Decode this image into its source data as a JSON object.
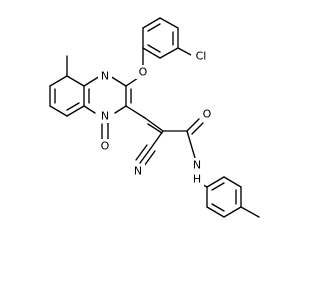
{
  "molecule": {
    "atoms": [
      {
        "id": "Cl1",
        "label": "Cl",
        "color": "#000000"
      },
      {
        "id": "O1",
        "label": "O",
        "color": "#000000"
      },
      {
        "id": "N1",
        "label": "N",
        "color": "#000000"
      },
      {
        "id": "N2",
        "label": "N",
        "color": "#000000"
      },
      {
        "id": "O2",
        "label": "O",
        "color": "#000000"
      },
      {
        "id": "N3",
        "label": "N",
        "color": "#000000"
      },
      {
        "id": "O3",
        "label": "O",
        "color": "#000000"
      },
      {
        "id": "N4",
        "label": "N",
        "color": "#000000"
      },
      {
        "id": "H1",
        "label": "H",
        "color": "#000000"
      }
    ],
    "bond_color": "#000000",
    "background": "#ffffff"
  }
}
